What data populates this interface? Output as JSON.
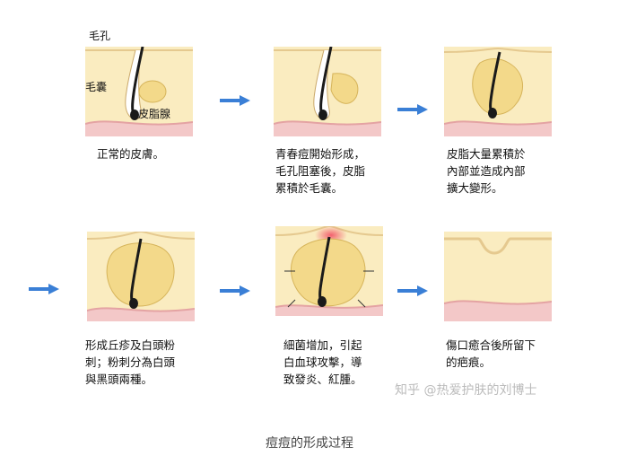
{
  "labels": {
    "pore": "毛孔",
    "follicle": "毛囊",
    "gland": "皮脂腺"
  },
  "steps": [
    {
      "caption": "正常的皮膚。"
    },
    {
      "caption": "青春痘開始形成，\n毛孔阻塞後，皮脂\n累積於毛囊。"
    },
    {
      "caption": "皮脂大量累積於\n內部並造成內部\n擴大變形。"
    },
    {
      "caption": "形成丘疹及白頭粉\n刺；粉刺分為白頭\n與黑頭兩種。"
    },
    {
      "caption": "細菌增加，引起\n白血球攻擊，導\n致發炎、紅腫。"
    },
    {
      "caption": "傷口癒合後所留下\n的疤痕。"
    }
  ],
  "watermark": "知乎 @热爱护肤的刘博士",
  "footer": "痘痘的形成过程",
  "colors": {
    "skin": "#faecc0",
    "dermis_line": "#e9b7b7",
    "sebum": "#f3d98a",
    "hair": "#1a1a1a",
    "arrow": "#3a7fd6",
    "inflammation": "#f25a6a"
  }
}
